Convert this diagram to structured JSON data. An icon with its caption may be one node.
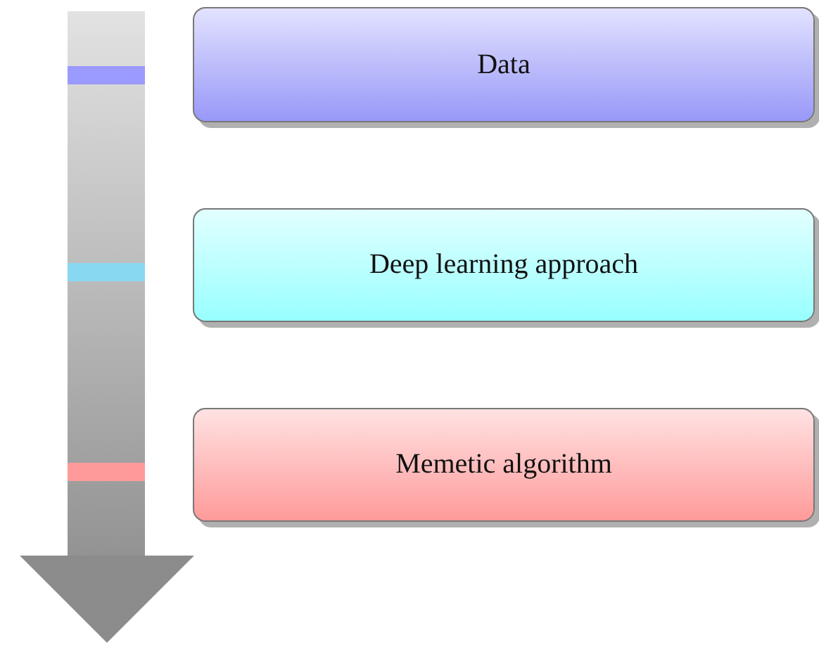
{
  "diagram": {
    "nodes": [
      {
        "text": [
          "Data"
        ]
      },
      {
        "text": [
          "Deep learning approach"
        ]
      },
      {
        "text": [
          "Memetic algorithm"
        ]
      }
    ]
  }
}
